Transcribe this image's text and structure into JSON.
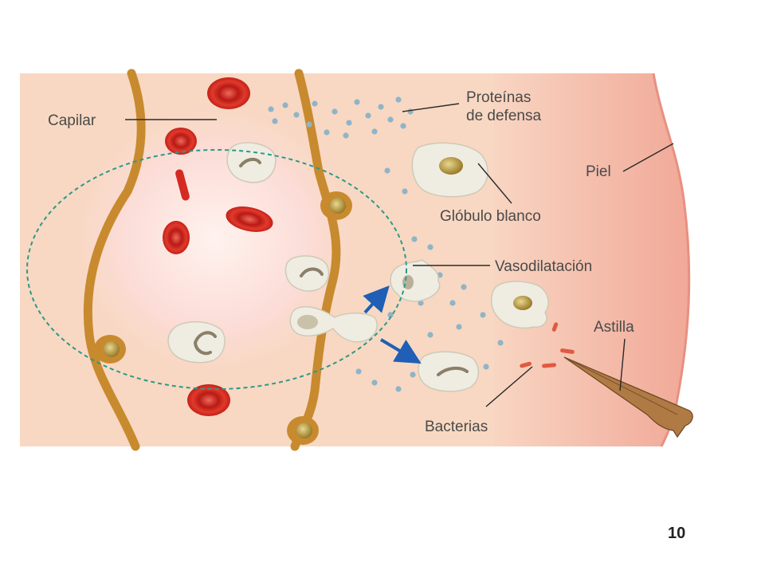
{
  "diagram": {
    "labels": {
      "capilar": "Capilar",
      "proteinas_line1": "Proteínas",
      "proteinas_line2": "de defensa",
      "piel": "Piel",
      "globulo": "Glóbulo blanco",
      "vasodilatacion": "Vasodilatación",
      "astilla": "Astilla",
      "bacterias": "Bacterias"
    },
    "colors": {
      "tissue": "#f8d8c2",
      "skin_edge": "#f2a896",
      "capillary_wall": "#c88a2e",
      "red_cell": "#d42a22",
      "white_cell": "#efece2",
      "protein_dot": "#8fb4c8",
      "arrow": "#1f5fb5",
      "circle": "#2a9a8a",
      "splinter": "#b07a45",
      "bacteria": "#e05a40"
    },
    "icons": {
      "arrows": "diapedesis-arrow-icon",
      "splinter": "splinter-icon"
    }
  },
  "slide": {
    "number": "10"
  }
}
